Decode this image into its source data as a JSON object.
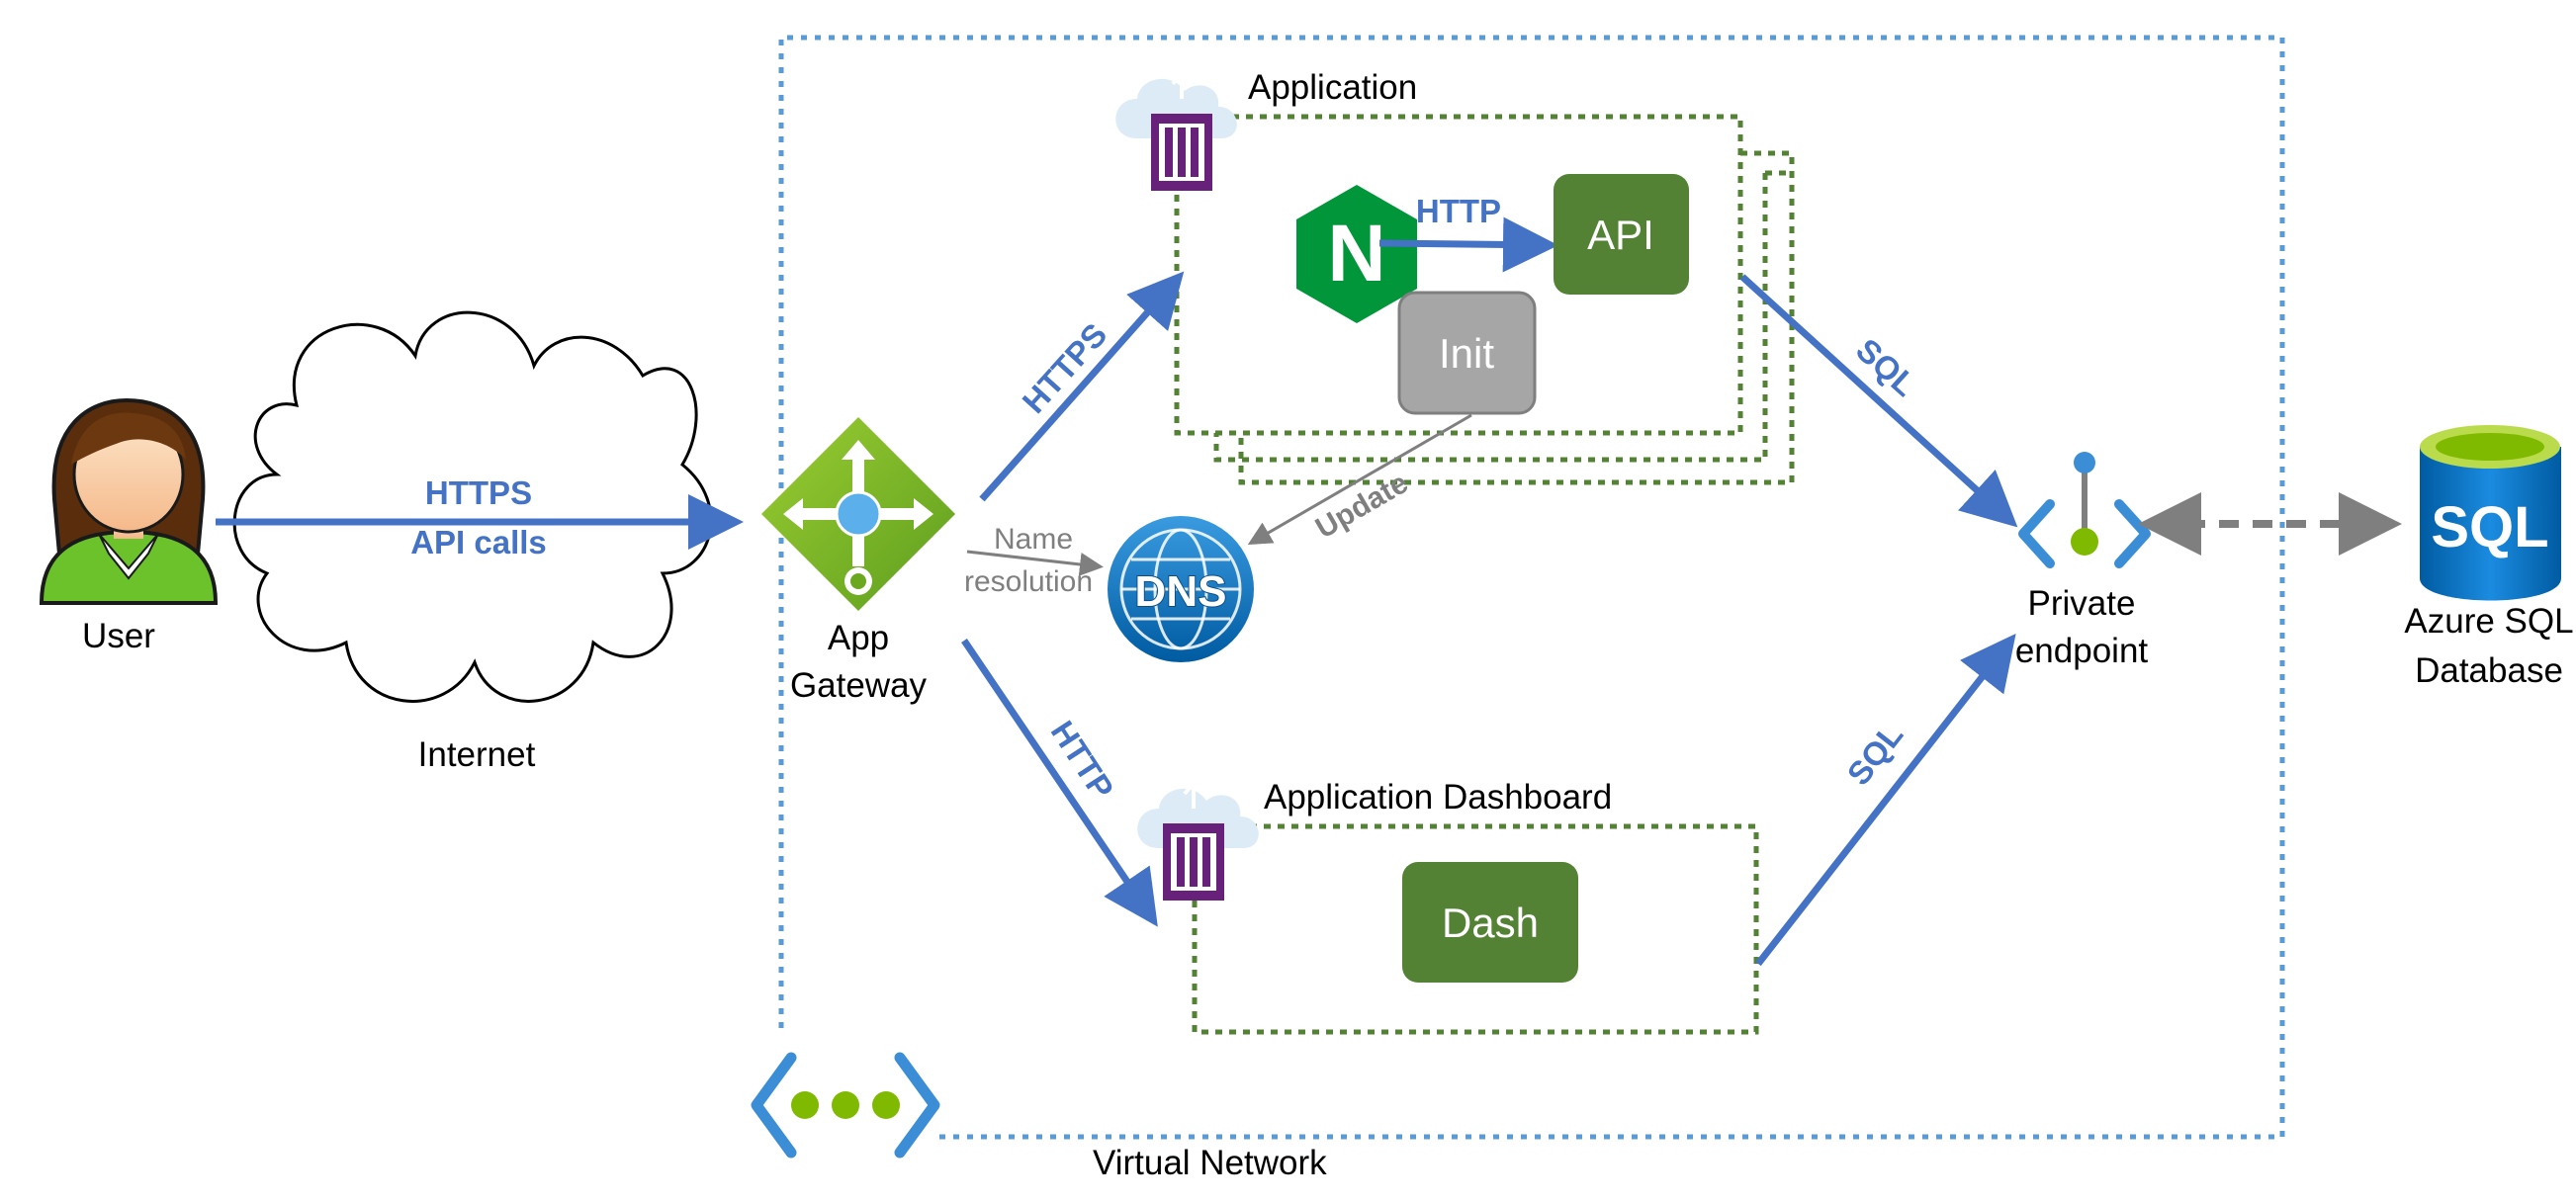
{
  "colors": {
    "arrow_blue": "#4472C4",
    "arrow_grey": "#7F7F7F",
    "container_border": "#548235",
    "vnet_border": "#5B9BD5",
    "service_green": "#548235",
    "init_grey": "#A6A6A6",
    "nginx_green": "#009639",
    "azure_blue": "#0078D4",
    "gateway_green": "#7FBA00",
    "container_purple": "#68217A"
  },
  "nodes": {
    "user": {
      "label": "User",
      "icon": "user-icon"
    },
    "internet": {
      "label": "Internet",
      "icon": "cloud-shape"
    },
    "gateway": {
      "label_line1": "App",
      "label_line2": "Gateway",
      "icon": "app-gateway-icon"
    },
    "dns": {
      "label": "DNS",
      "icon": "dns-globe-icon"
    },
    "application": {
      "label": "Application",
      "icon": "container-instance-icon"
    },
    "nginx": {
      "label": "N",
      "icon": "nginx-icon"
    },
    "api": {
      "label": "API"
    },
    "init": {
      "label": "Init"
    },
    "dashboard": {
      "label": "Application Dashboard",
      "icon": "container-instance-icon"
    },
    "dash": {
      "label": "Dash"
    },
    "private_endpoint": {
      "label_line1": "Private",
      "label_line2": "endpoint",
      "icon": "private-endpoint-icon"
    },
    "sql": {
      "label_line1": "Azure SQL",
      "label_line2": "Database",
      "icon_text": "SQL",
      "icon": "sql-database-icon"
    },
    "vnet": {
      "label": "Virtual Network",
      "icon": "virtual-network-icon"
    }
  },
  "edges": {
    "internet_https": "HTTPS",
    "internet_api_calls": "API calls",
    "gateway_to_app": "HTTPS",
    "nginx_to_api": "HTTP",
    "gateway_to_dashboard": "HTTP",
    "app_to_endpoint": "SQL",
    "dash_to_endpoint": "SQL",
    "name_resolution_line1": "Name",
    "name_resolution_line2": "resolution",
    "init_update_dns": "Update"
  }
}
